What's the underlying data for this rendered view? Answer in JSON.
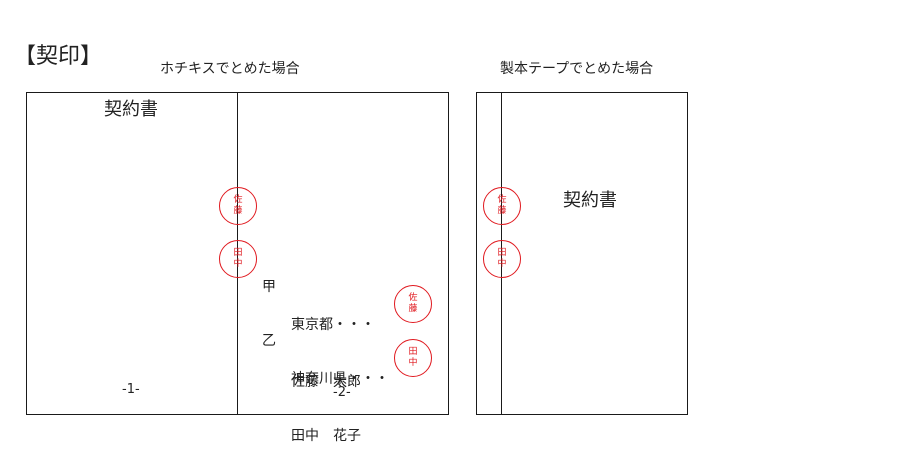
{
  "heading": "【契印】",
  "captions": {
    "stapled": "ホチキスでとめた場合",
    "taped": "製本テープでとめた場合"
  },
  "document_title": "契約書",
  "page_numbers": {
    "page1": "-1-",
    "page2": "-2-"
  },
  "seals": {
    "sato": {
      "line1": "佐",
      "line2": "藤"
    },
    "tanaka": {
      "line1": "田",
      "line2": "中"
    }
  },
  "parties": {
    "party_a": {
      "marker": "甲",
      "address": "東京都・・・",
      "name": "佐藤　太郎"
    },
    "party_b": {
      "marker": "乙",
      "address": "神奈川県・・・",
      "name": "田中　花子"
    }
  },
  "colors": {
    "seal_red": "#e0191f",
    "border": "#1a1a1a"
  }
}
